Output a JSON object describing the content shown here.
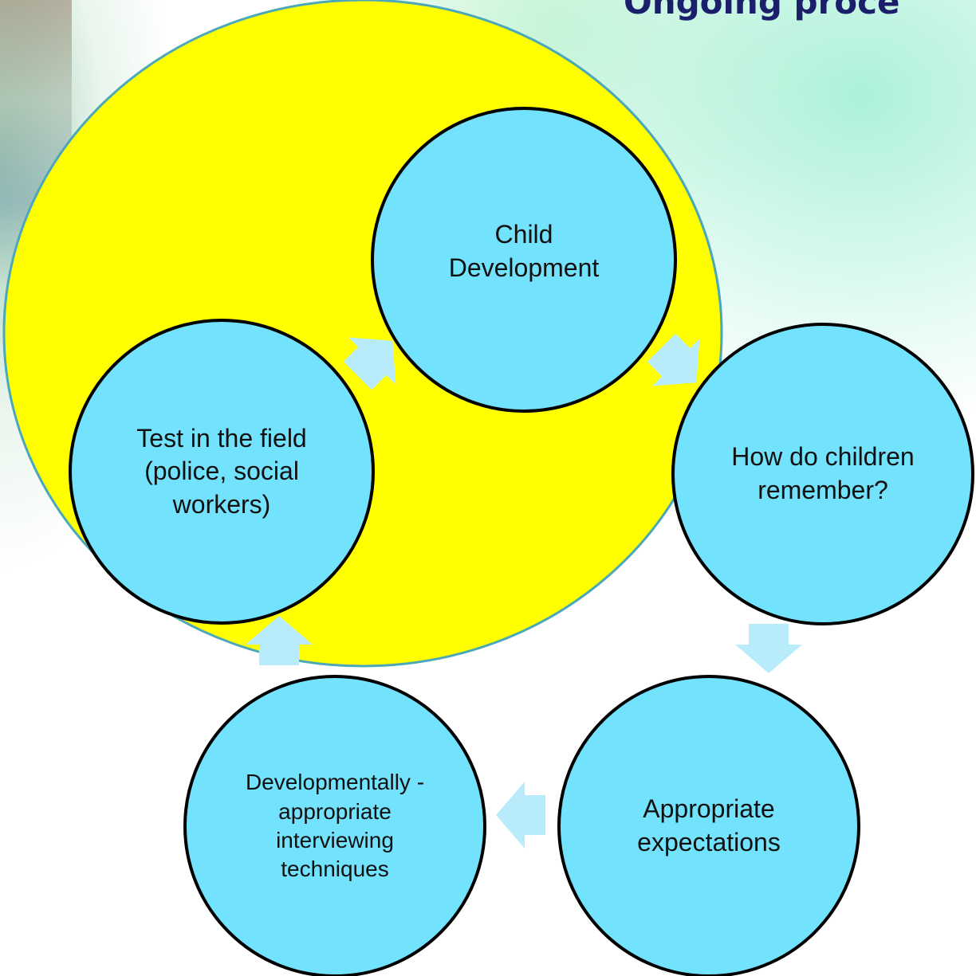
{
  "title": "Ongoing proce",
  "colors": {
    "highlight_circle": "#ffff00",
    "node_fill": "#72e2fd",
    "node_stroke": "#000000",
    "arrow": "#b9ecfb",
    "title": "#1b1f6b"
  },
  "cycle": {
    "nodes": [
      {
        "id": "child-development",
        "label": "Child Development"
      },
      {
        "id": "how-do-children-remember",
        "label": "How do children remember?"
      },
      {
        "id": "appropriate-expectations",
        "label": "Appropriate expectations"
      },
      {
        "id": "interviewing-techniques",
        "label": "Developmentally -appropriate interviewing techniques"
      },
      {
        "id": "test-in-the-field",
        "label": "Test in the field (police, social workers)"
      }
    ]
  }
}
